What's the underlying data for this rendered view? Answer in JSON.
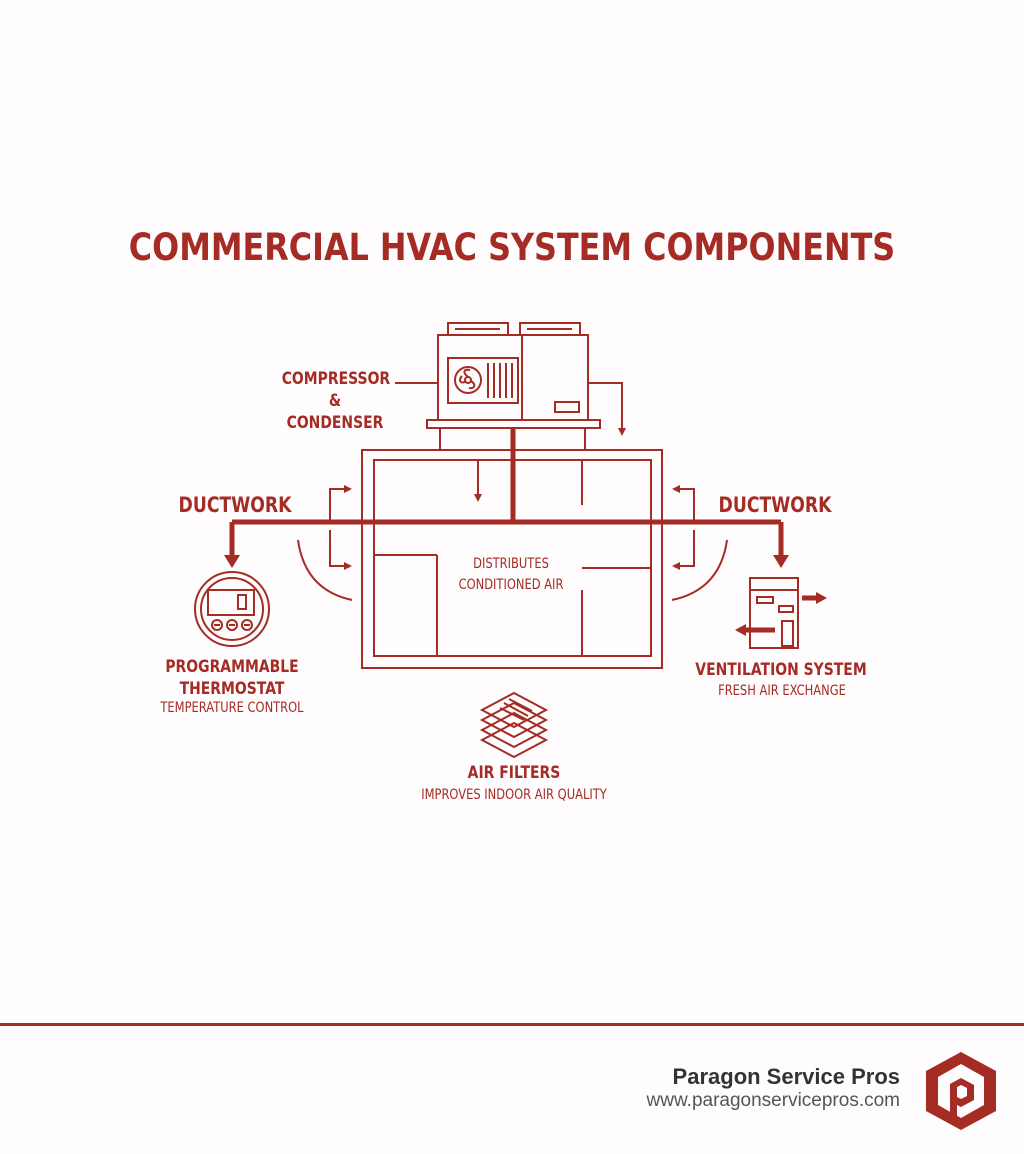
{
  "title": "COMMERCIAL HVAC SYSTEM COMPONENTS",
  "components": {
    "compressor": {
      "line1": "COMPRESSOR",
      "line2": "& CONDENSER"
    },
    "ductwork_left": "DUCTWORK",
    "ductwork_right": "DUCTWORK",
    "building": {
      "line1": "DISTRIBUTES",
      "line2": "CONDITIONED AIR"
    },
    "thermostat": {
      "line1": "PROGRAMMABLE",
      "line2": "THERMOSTAT",
      "sub": "TEMPERATURE CONTROL"
    },
    "ventilation": {
      "label": "VENTILATION SYSTEM",
      "sub": "FRESH AIR EXCHANGE"
    },
    "filters": {
      "label": "AIR FILTERS",
      "sub": "IMPROVES INDOOR AIR QUALITY"
    }
  },
  "footer": {
    "brand_name": "Paragon Service Pros",
    "brand_url": "www.paragonservicepros.com"
  },
  "colors": {
    "accent": "#a52b25",
    "text_dark": "#333333",
    "text_gray": "#555555",
    "background": "#fefcfc"
  },
  "icons": [
    "hvac-unit-icon",
    "fan-icon",
    "building-icon",
    "thermostat-icon",
    "ventilation-icon",
    "air-filter-icon",
    "paragon-logo-icon"
  ]
}
